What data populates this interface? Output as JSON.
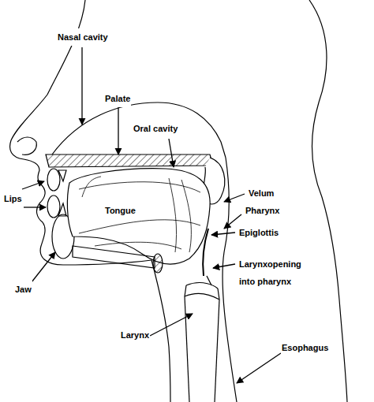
{
  "diagram": {
    "labels": [
      "Nasal cavity",
      "Palate",
      "Oral cavity",
      "Velum",
      "Lips",
      "Tongue",
      "Pharynx",
      "Epiglottis",
      "Larynxopening into pharynx",
      "Jaw",
      "Larynx",
      "Esophagus"
    ]
  }
}
